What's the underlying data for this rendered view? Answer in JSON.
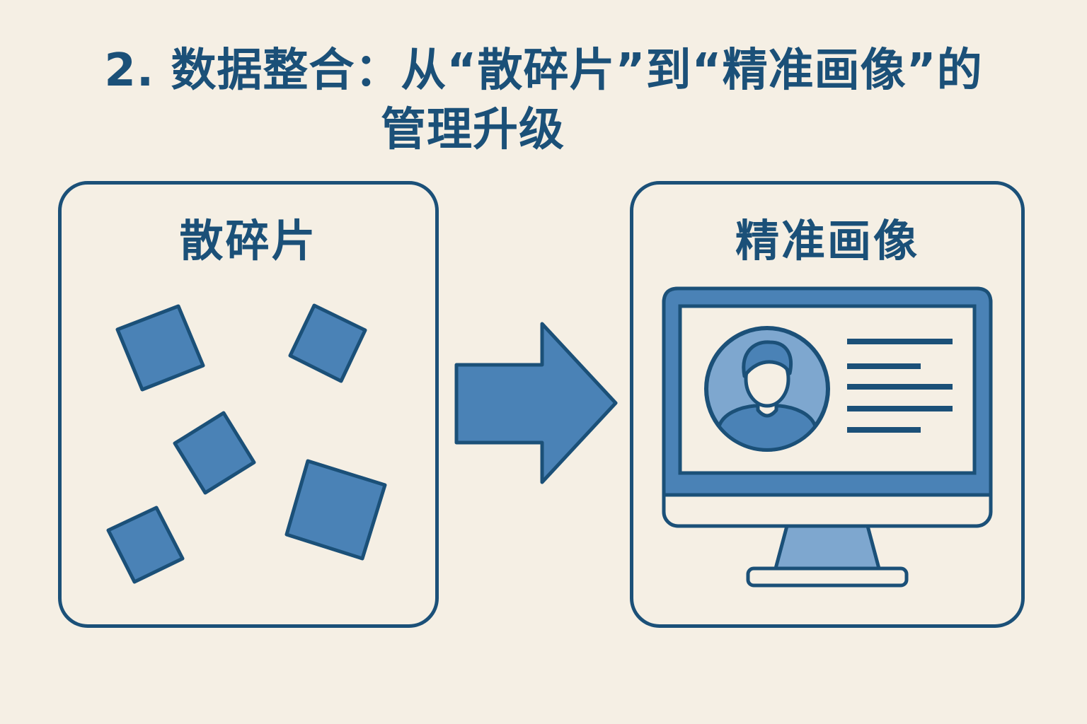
{
  "title": {
    "line1": "2. 数据整合：从“散碎片”到“精准画像”的",
    "line2": "管理升级"
  },
  "left_panel": {
    "label": "散碎片",
    "icon": "scattered-squares-icon"
  },
  "arrow": {
    "icon": "right-arrow-icon"
  },
  "right_panel": {
    "label": "精准画像",
    "icon": "monitor-profile-icon"
  },
  "colors": {
    "background": "#f5efe4",
    "primary": "#1b5078",
    "fill": "#4a82b6",
    "light_fill": "#7ea7cf"
  }
}
